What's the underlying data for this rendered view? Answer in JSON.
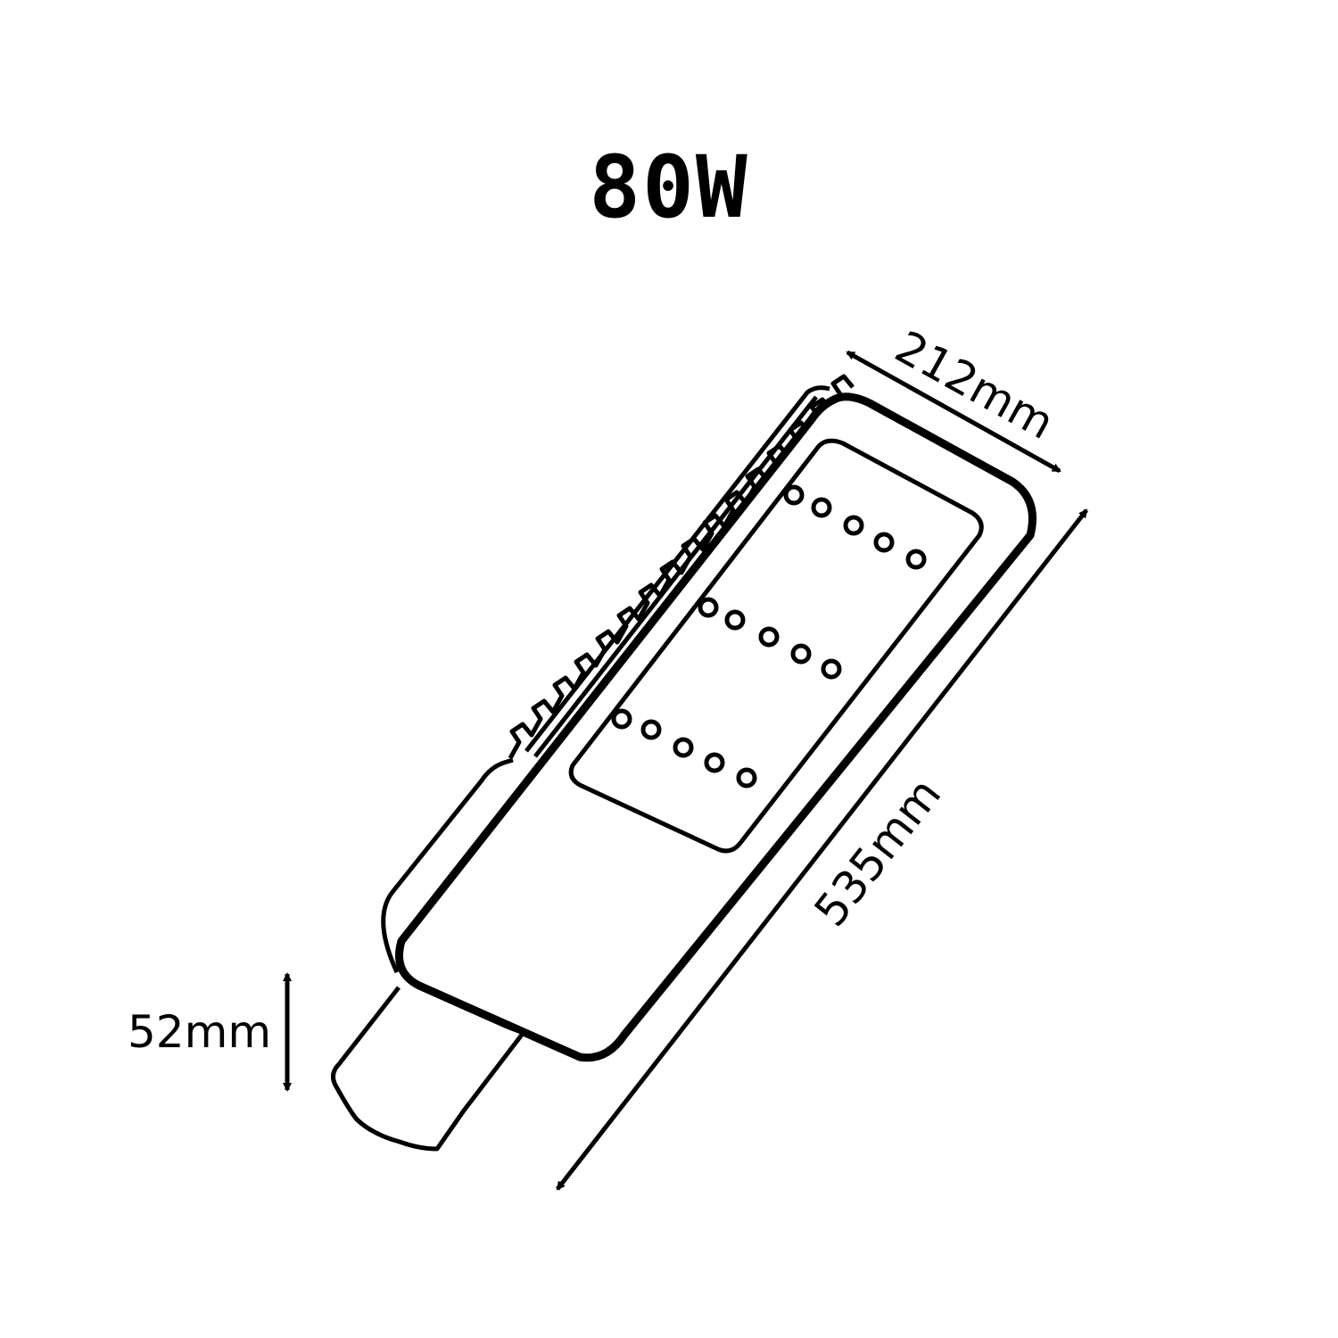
{
  "title": "80W",
  "dimensions": {
    "width": "212mm",
    "length": "535mm",
    "height": "52mm"
  },
  "led_groups": [
    {
      "count": 5
    },
    {
      "count": 5
    },
    {
      "count": 5
    }
  ],
  "colors": {
    "stroke": "#000000",
    "background": "#ffffff"
  }
}
